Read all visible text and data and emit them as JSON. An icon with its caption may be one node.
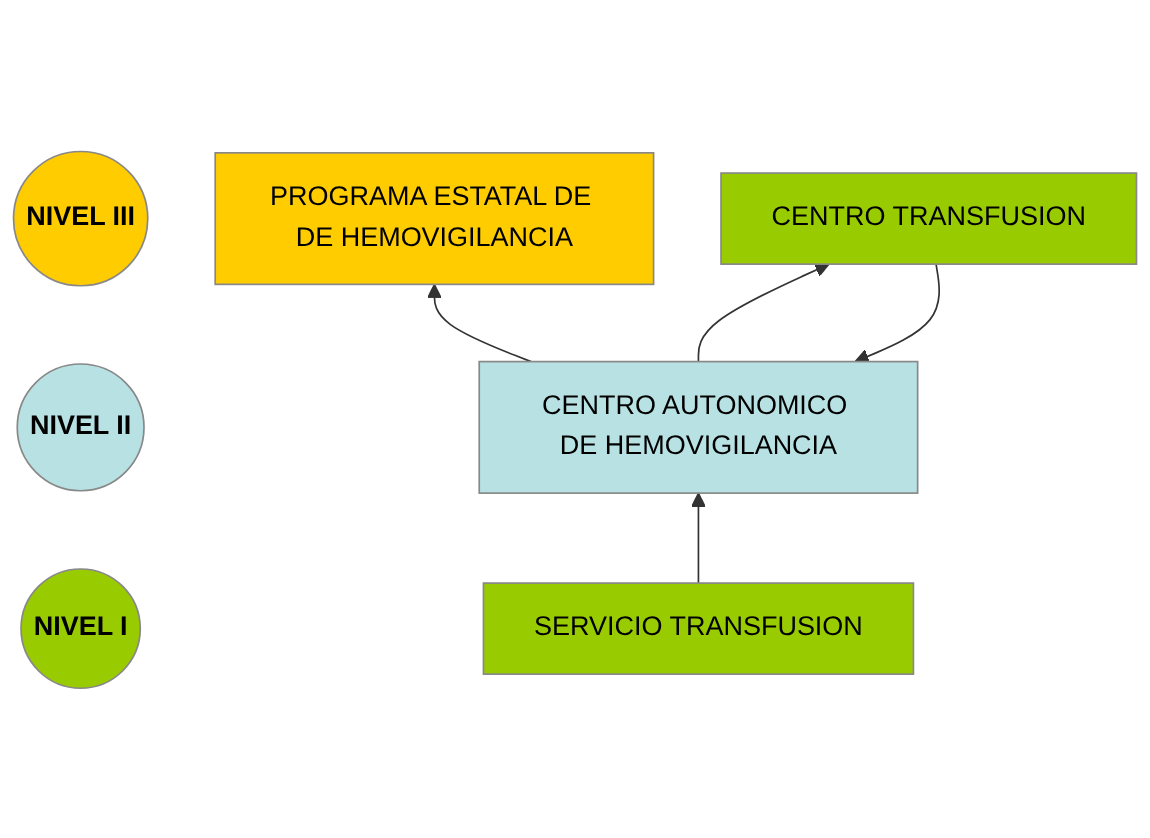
{
  "diagram": {
    "nodes": [
      {
        "text": [
          "NIVEL III"
        ]
      },
      {
        "text": [
          "NIVEL II"
        ]
      },
      {
        "text": [
          "NIVEL I"
        ]
      },
      {
        "text": [
          "PROGRAMA ESTATAL DE DE HEMOVIGILANCIA"
        ]
      },
      {
        "text": [
          "CENTRO AUTONOMICO DE HEMOVIGILANCIA"
        ]
      },
      {
        "text": [
          "SERVICIO TRANSFUSION"
        ]
      },
      {
        "text": [
          "CENTRO TRANSFUSION"
        ]
      }
    ],
    "edges": [
      {
        "from": 4,
        "to": 3,
        "arrow": "to"
      },
      {
        "from": 5,
        "to": 4,
        "arrow": "to"
      },
      {
        "from": 4,
        "to": 6,
        "arrow": "to"
      },
      {
        "from": 6,
        "to": 4,
        "arrow": "to"
      }
    ]
  }
}
